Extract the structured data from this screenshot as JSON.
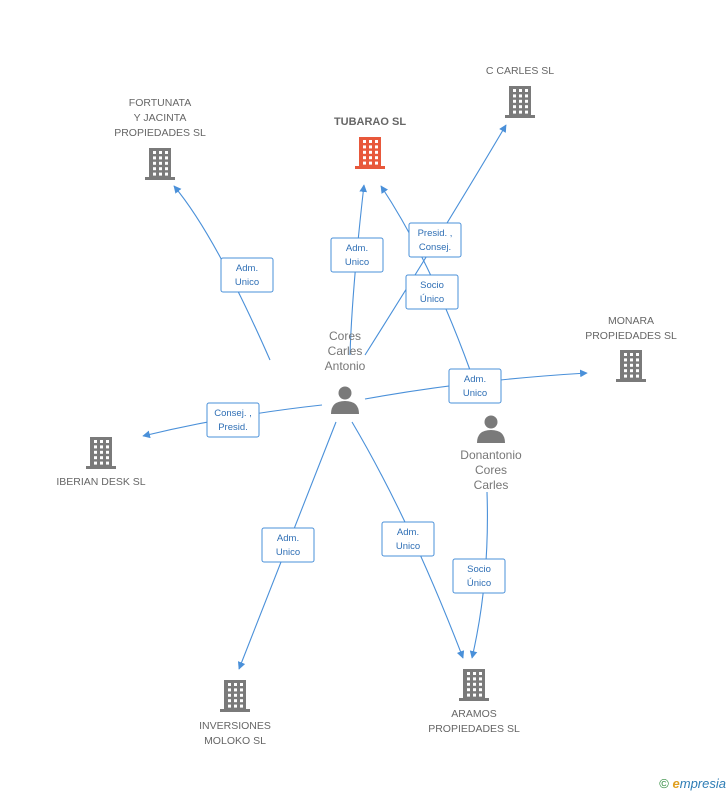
{
  "colors": {
    "building": "#7a7a7a",
    "building_highlight": "#e8583b",
    "person": "#7a7a7a",
    "edge": "#4a90d9",
    "label_box_text": "#2f6fb5"
  },
  "nodes": [
    {
      "id": "tubarao",
      "kind": "company",
      "highlight": true,
      "label": [
        "TUBARAO SL"
      ]
    },
    {
      "id": "ccarles",
      "kind": "company",
      "label": [
        "C CARLES SL"
      ]
    },
    {
      "id": "fortunata",
      "kind": "company",
      "label": [
        "FORTUNATA",
        "Y JACINTA",
        "PROPIEDADES SL"
      ]
    },
    {
      "id": "monara",
      "kind": "company",
      "label": [
        "MONARA",
        "PROPIEDADES SL"
      ]
    },
    {
      "id": "iberian",
      "kind": "company",
      "label": [
        "IBERIAN DESK SL"
      ]
    },
    {
      "id": "inversiones",
      "kind": "company",
      "label": [
        "INVERSIONES",
        "MOLOKO SL"
      ]
    },
    {
      "id": "aramos",
      "kind": "company",
      "label": [
        "ARAMOS",
        "PROPIEDADES SL"
      ]
    },
    {
      "id": "cores",
      "kind": "person",
      "label": [
        "Cores",
        "Carles",
        "Antonio"
      ]
    },
    {
      "id": "donantonio",
      "kind": "person",
      "label": [
        "Donantonio",
        "Cores",
        "Carles"
      ]
    }
  ],
  "edges": [
    {
      "from": "cores",
      "to": "fortunata",
      "label": [
        "Adm.",
        "Unico"
      ]
    },
    {
      "from": "cores",
      "to": "tubarao",
      "label": [
        "Adm.",
        "Unico"
      ]
    },
    {
      "from": "cores",
      "to": "ccarles",
      "label": [
        "Presid. ,",
        "Consej."
      ]
    },
    {
      "from": "donantonio",
      "to": "tubarao",
      "label": [
        "Socio",
        "Único"
      ]
    },
    {
      "from": "cores",
      "to": "monara",
      "label": [
        "Adm.",
        "Unico"
      ]
    },
    {
      "from": "cores",
      "to": "iberian",
      "label": [
        "Consej. ,",
        "Presid."
      ]
    },
    {
      "from": "cores",
      "to": "inversiones",
      "label": [
        "Adm.",
        "Unico"
      ]
    },
    {
      "from": "cores",
      "to": "aramos",
      "label": [
        "Adm.",
        "Unico"
      ]
    },
    {
      "from": "donantonio",
      "to": "aramos",
      "label": [
        "Socio",
        "Único"
      ]
    }
  ],
  "watermark": {
    "copyright": "©",
    "brand_initial": "e",
    "brand_rest": "mpresia"
  }
}
